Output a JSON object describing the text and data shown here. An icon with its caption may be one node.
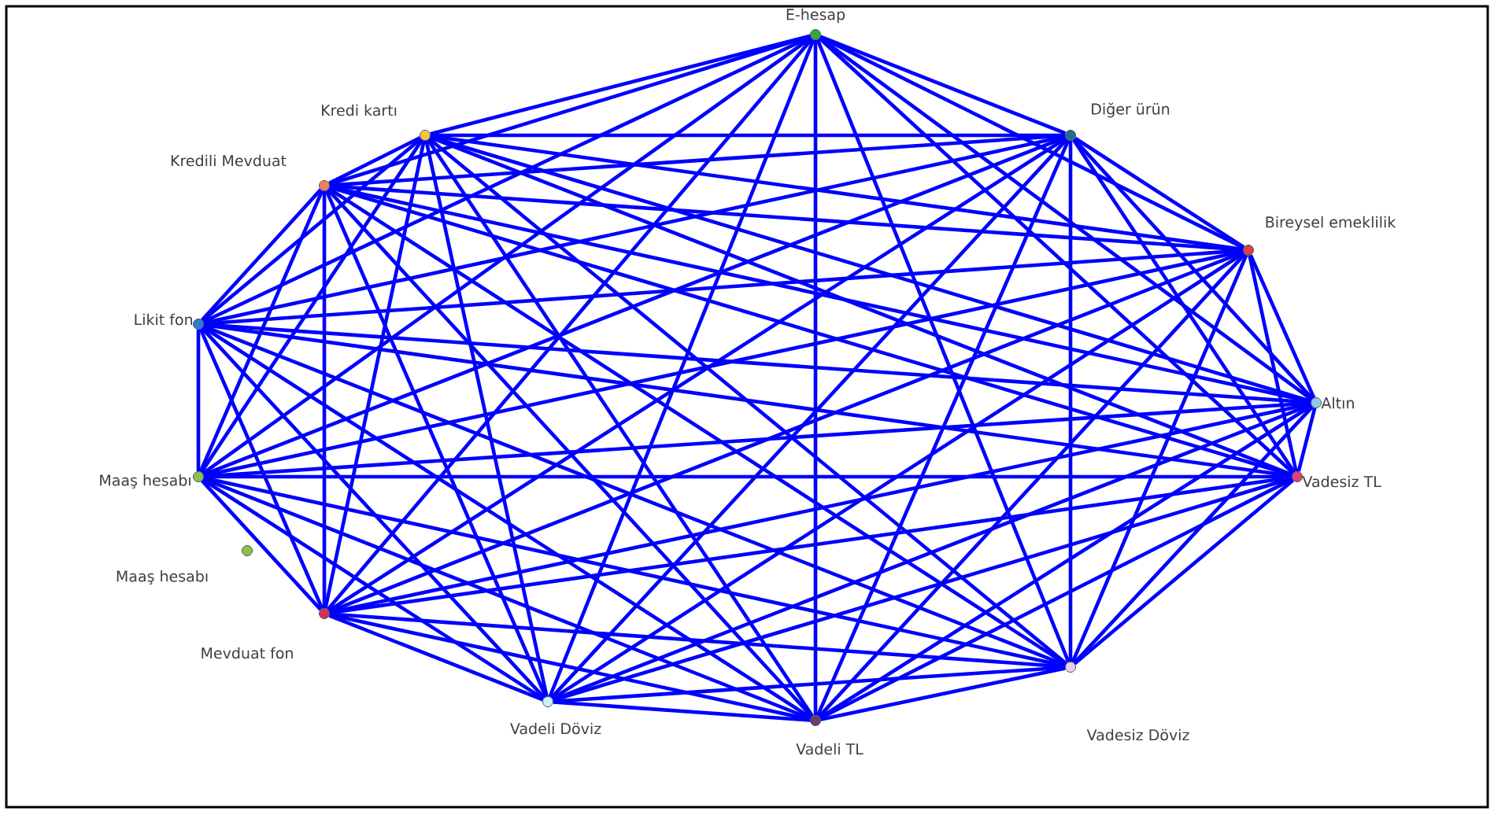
{
  "diagram": {
    "nodes": [
      {
        "text": [],
        "shape": "circle",
        "beside": [
          "E-hesap"
        ]
      },
      {
        "text": [],
        "shape": "circle",
        "beside": [
          "Kredi kartı"
        ]
      },
      {
        "text": [],
        "shape": "circle",
        "beside": [
          "Kredili Mevduat"
        ]
      },
      {
        "text": [],
        "shape": "circle",
        "beside": [
          "Diğer ürün"
        ]
      },
      {
        "text": [],
        "shape": "circle",
        "beside": [
          "Bireysel emeklilik"
        ]
      },
      {
        "text": [],
        "shape": "circle",
        "beside": [
          "Likit fon"
        ]
      },
      {
        "text": [],
        "shape": "circle",
        "beside": [
          "Altın"
        ]
      },
      {
        "text": [],
        "shape": "circle",
        "beside": [
          "Maaş hesabı"
        ]
      },
      {
        "text": [],
        "shape": "circle",
        "beside": [
          "Vadesiz TL"
        ]
      },
      {
        "text": [],
        "shape": "circle",
        "beside": [
          "Maaş hesabı"
        ]
      },
      {
        "text": [],
        "shape": "circle",
        "beside": [
          "Mevduat fon"
        ]
      },
      {
        "text": [],
        "shape": "circle",
        "beside": [
          "Vadeli Döviz"
        ]
      },
      {
        "text": [],
        "shape": "circle",
        "beside": [
          "Vadeli TL"
        ]
      },
      {
        "text": [],
        "shape": "circle",
        "beside": [
          "Vadesiz Döviz"
        ]
      }
    ],
    "edges": [
      {
        "from": 0,
        "to": 1,
        "arrow": "none"
      },
      {
        "from": 0,
        "to": 2,
        "arrow": "none"
      },
      {
        "from": 0,
        "to": 3,
        "arrow": "none"
      },
      {
        "from": 0,
        "to": 4,
        "arrow": "none"
      },
      {
        "from": 0,
        "to": 5,
        "arrow": "none"
      },
      {
        "from": 0,
        "to": 6,
        "arrow": "none"
      },
      {
        "from": 0,
        "to": 7,
        "arrow": "none"
      },
      {
        "from": 0,
        "to": 8,
        "arrow": "none"
      },
      {
        "from": 0,
        "to": 10,
        "arrow": "none"
      },
      {
        "from": 0,
        "to": 11,
        "arrow": "none"
      },
      {
        "from": 0,
        "to": 12,
        "arrow": "none"
      },
      {
        "from": 0,
        "to": 13,
        "arrow": "none"
      },
      {
        "from": 1,
        "to": 2,
        "arrow": "none"
      },
      {
        "from": 1,
        "to": 3,
        "arrow": "none"
      },
      {
        "from": 1,
        "to": 4,
        "arrow": "none"
      },
      {
        "from": 1,
        "to": 5,
        "arrow": "none"
      },
      {
        "from": 1,
        "to": 6,
        "arrow": "none"
      },
      {
        "from": 1,
        "to": 7,
        "arrow": "none"
      },
      {
        "from": 1,
        "to": 8,
        "arrow": "none"
      },
      {
        "from": 1,
        "to": 10,
        "arrow": "none"
      },
      {
        "from": 1,
        "to": 11,
        "arrow": "none"
      },
      {
        "from": 1,
        "to": 12,
        "arrow": "none"
      },
      {
        "from": 1,
        "to": 13,
        "arrow": "none"
      },
      {
        "from": 2,
        "to": 3,
        "arrow": "none"
      },
      {
        "from": 2,
        "to": 4,
        "arrow": "none"
      },
      {
        "from": 2,
        "to": 5,
        "arrow": "none"
      },
      {
        "from": 2,
        "to": 6,
        "arrow": "none"
      },
      {
        "from": 2,
        "to": 7,
        "arrow": "none"
      },
      {
        "from": 2,
        "to": 8,
        "arrow": "none"
      },
      {
        "from": 2,
        "to": 10,
        "arrow": "none"
      },
      {
        "from": 2,
        "to": 11,
        "arrow": "none"
      },
      {
        "from": 2,
        "to": 12,
        "arrow": "none"
      },
      {
        "from": 2,
        "to": 13,
        "arrow": "none"
      },
      {
        "from": 3,
        "to": 4,
        "arrow": "none"
      },
      {
        "from": 3,
        "to": 5,
        "arrow": "none"
      },
      {
        "from": 3,
        "to": 6,
        "arrow": "none"
      },
      {
        "from": 3,
        "to": 7,
        "arrow": "none"
      },
      {
        "from": 3,
        "to": 8,
        "arrow": "none"
      },
      {
        "from": 3,
        "to": 10,
        "arrow": "none"
      },
      {
        "from": 3,
        "to": 11,
        "arrow": "none"
      },
      {
        "from": 3,
        "to": 12,
        "arrow": "none"
      },
      {
        "from": 3,
        "to": 13,
        "arrow": "none"
      },
      {
        "from": 4,
        "to": 5,
        "arrow": "none"
      },
      {
        "from": 4,
        "to": 6,
        "arrow": "none"
      },
      {
        "from": 4,
        "to": 7,
        "arrow": "none"
      },
      {
        "from": 4,
        "to": 8,
        "arrow": "none"
      },
      {
        "from": 4,
        "to": 10,
        "arrow": "none"
      },
      {
        "from": 4,
        "to": 11,
        "arrow": "none"
      },
      {
        "from": 4,
        "to": 12,
        "arrow": "none"
      },
      {
        "from": 4,
        "to": 13,
        "arrow": "none"
      },
      {
        "from": 5,
        "to": 6,
        "arrow": "none"
      },
      {
        "from": 5,
        "to": 7,
        "arrow": "none"
      },
      {
        "from": 5,
        "to": 8,
        "arrow": "none"
      },
      {
        "from": 5,
        "to": 10,
        "arrow": "none"
      },
      {
        "from": 5,
        "to": 11,
        "arrow": "none"
      },
      {
        "from": 5,
        "to": 12,
        "arrow": "none"
      },
      {
        "from": 5,
        "to": 13,
        "arrow": "none"
      },
      {
        "from": 6,
        "to": 7,
        "arrow": "none"
      },
      {
        "from": 6,
        "to": 8,
        "arrow": "none"
      },
      {
        "from": 6,
        "to": 10,
        "arrow": "none"
      },
      {
        "from": 6,
        "to": 11,
        "arrow": "none"
      },
      {
        "from": 6,
        "to": 12,
        "arrow": "none"
      },
      {
        "from": 6,
        "to": 13,
        "arrow": "none"
      },
      {
        "from": 7,
        "to": 8,
        "arrow": "none"
      },
      {
        "from": 7,
        "to": 10,
        "arrow": "none"
      },
      {
        "from": 7,
        "to": 11,
        "arrow": "none"
      },
      {
        "from": 7,
        "to": 12,
        "arrow": "none"
      },
      {
        "from": 7,
        "to": 13,
        "arrow": "none"
      },
      {
        "from": 8,
        "to": 10,
        "arrow": "none"
      },
      {
        "from": 8,
        "to": 11,
        "arrow": "none"
      },
      {
        "from": 8,
        "to": 12,
        "arrow": "none"
      },
      {
        "from": 8,
        "to": 13,
        "arrow": "none"
      },
      {
        "from": 10,
        "to": 11,
        "arrow": "none"
      },
      {
        "from": 10,
        "to": 12,
        "arrow": "none"
      },
      {
        "from": 10,
        "to": 13,
        "arrow": "none"
      },
      {
        "from": 11,
        "to": 12,
        "arrow": "none"
      },
      {
        "from": 11,
        "to": 13,
        "arrow": "none"
      },
      {
        "from": 12,
        "to": 13,
        "arrow": "none"
      }
    ]
  }
}
